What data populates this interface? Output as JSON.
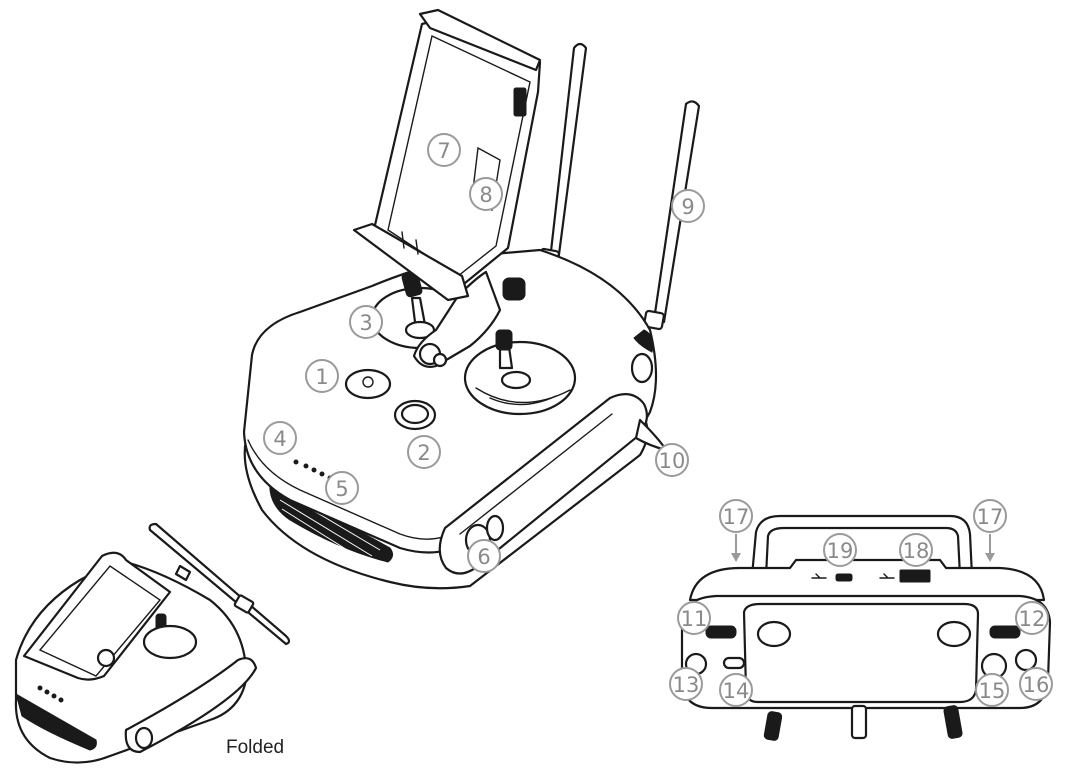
{
  "callouts": [
    {
      "label": "1"
    },
    {
      "label": "2"
    },
    {
      "label": "3"
    },
    {
      "label": "4"
    },
    {
      "label": "5"
    },
    {
      "label": "6"
    },
    {
      "label": "7"
    },
    {
      "label": "8"
    },
    {
      "label": "9"
    },
    {
      "label": "10"
    },
    {
      "label": "11"
    },
    {
      "label": "12"
    },
    {
      "label": "13"
    },
    {
      "label": "14"
    },
    {
      "label": "15"
    },
    {
      "label": "16"
    },
    {
      "label": "17"
    },
    {
      "label": "17"
    },
    {
      "label": "18"
    },
    {
      "label": "19"
    }
  ],
  "folded_caption": "Folded",
  "colors": {
    "line": "#1a1a1a",
    "callout": "#9a9a9a",
    "background": "#ffffff"
  }
}
